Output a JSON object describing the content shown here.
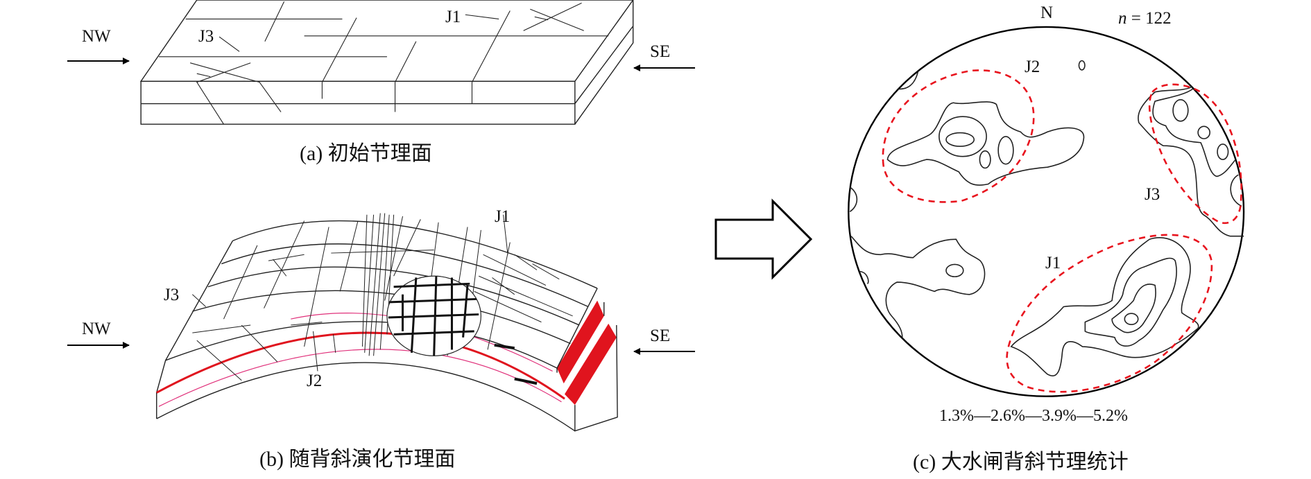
{
  "panel_a": {
    "caption": "(a) 初始节理面",
    "labels": {
      "j1": "J1",
      "j3": "J3",
      "nw": "NW",
      "se": "SE"
    }
  },
  "panel_b": {
    "caption": "(b) 随背斜演化节理面",
    "labels": {
      "j1": "J1",
      "j2": "J2",
      "j3": "J3",
      "nw": "NW",
      "se": "SE"
    }
  },
  "panel_c": {
    "caption": "(c) 大水闸背斜节理统计",
    "north": "N",
    "n_label": "n",
    "n_value": "= 122",
    "sets": {
      "j1": "J1",
      "j2": "J2",
      "j3": "J3"
    },
    "contour_legend": "1.3%—2.6%—3.9%—5.2%",
    "contour_levels_percent": [
      1.3,
      2.6,
      3.9,
      5.2
    ]
  },
  "colors": {
    "stratum_red": "#e0141e",
    "thin_red": "#e0307a",
    "dashed_outline": "#e8141e",
    "line": "#222222"
  }
}
